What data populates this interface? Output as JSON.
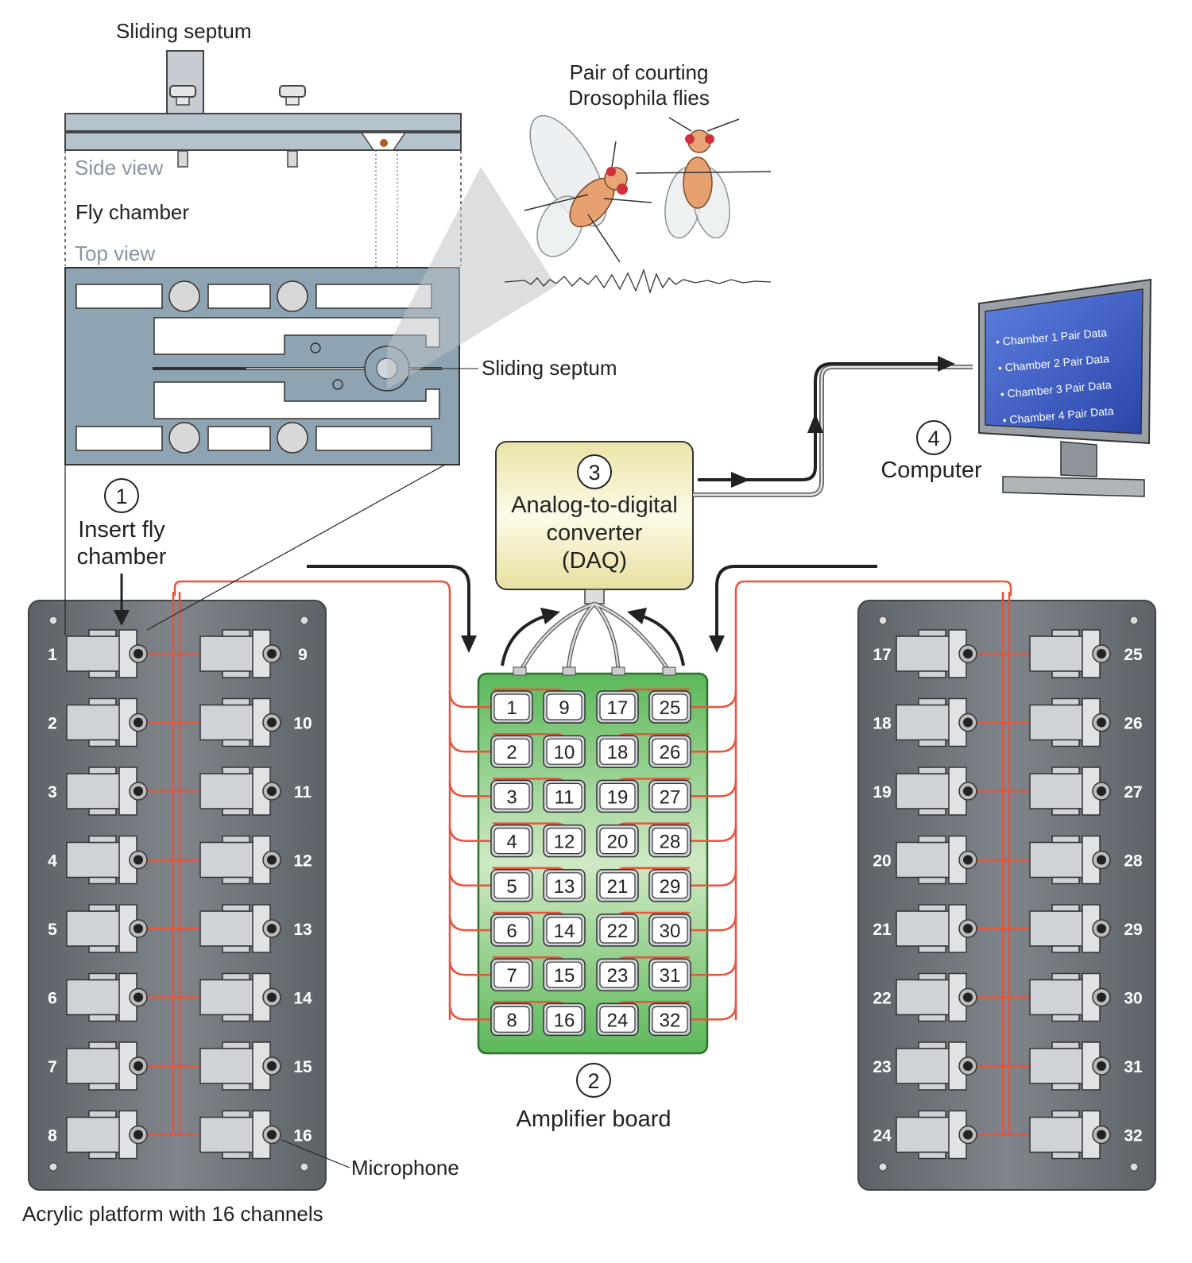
{
  "labels": {
    "sliding_septum_top": "Sliding septum",
    "side_view": "Side view",
    "fly_chamber": "Fly chamber",
    "top_view": "Top view",
    "sliding_septum_right": "Sliding septum",
    "flies": [
      "Pair of courting",
      "Drosophila flies"
    ],
    "insert": [
      "Insert fly",
      "chamber"
    ],
    "adc": [
      "Analog-to-digital",
      "converter",
      "(DAQ)"
    ],
    "computer": "Computer",
    "amplifier": "Amplifier board",
    "microphone": "Microphone",
    "platform": "Acrylic platform with 16 channels"
  },
  "steps": [
    "1",
    "2",
    "3",
    "4"
  ],
  "screen_lines": [
    "Chamber 1 Pair Data",
    "Chamber 2 Pair Data",
    "Chamber 3 Pair Data",
    "Chamber 4 Pair Data"
  ],
  "left_panel": {
    "left_col": [
      "1",
      "2",
      "3",
      "4",
      "5",
      "6",
      "7",
      "8"
    ],
    "right_col": [
      "9",
      "10",
      "11",
      "12",
      "13",
      "14",
      "15",
      "16"
    ]
  },
  "right_panel": {
    "left_col": [
      "17",
      "18",
      "19",
      "20",
      "21",
      "22",
      "23",
      "24"
    ],
    "right_col": [
      "25",
      "26",
      "27",
      "28",
      "29",
      "30",
      "31",
      "32"
    ]
  },
  "amp_grid": [
    [
      "1",
      "9",
      "17",
      "25"
    ],
    [
      "2",
      "10",
      "18",
      "26"
    ],
    [
      "3",
      "11",
      "19",
      "27"
    ],
    [
      "4",
      "12",
      "20",
      "28"
    ],
    [
      "5",
      "13",
      "21",
      "29"
    ],
    [
      "6",
      "14",
      "22",
      "30"
    ],
    [
      "7",
      "15",
      "23",
      "31"
    ],
    [
      "8",
      "16",
      "24",
      "32"
    ]
  ],
  "colors": {
    "wire": "#e8533a",
    "panel": "#6e737a",
    "board": "#4fb04e",
    "daq": "#f7f2c6",
    "chamber": "#8fa4b3",
    "screen": "#3d5fc4"
  }
}
